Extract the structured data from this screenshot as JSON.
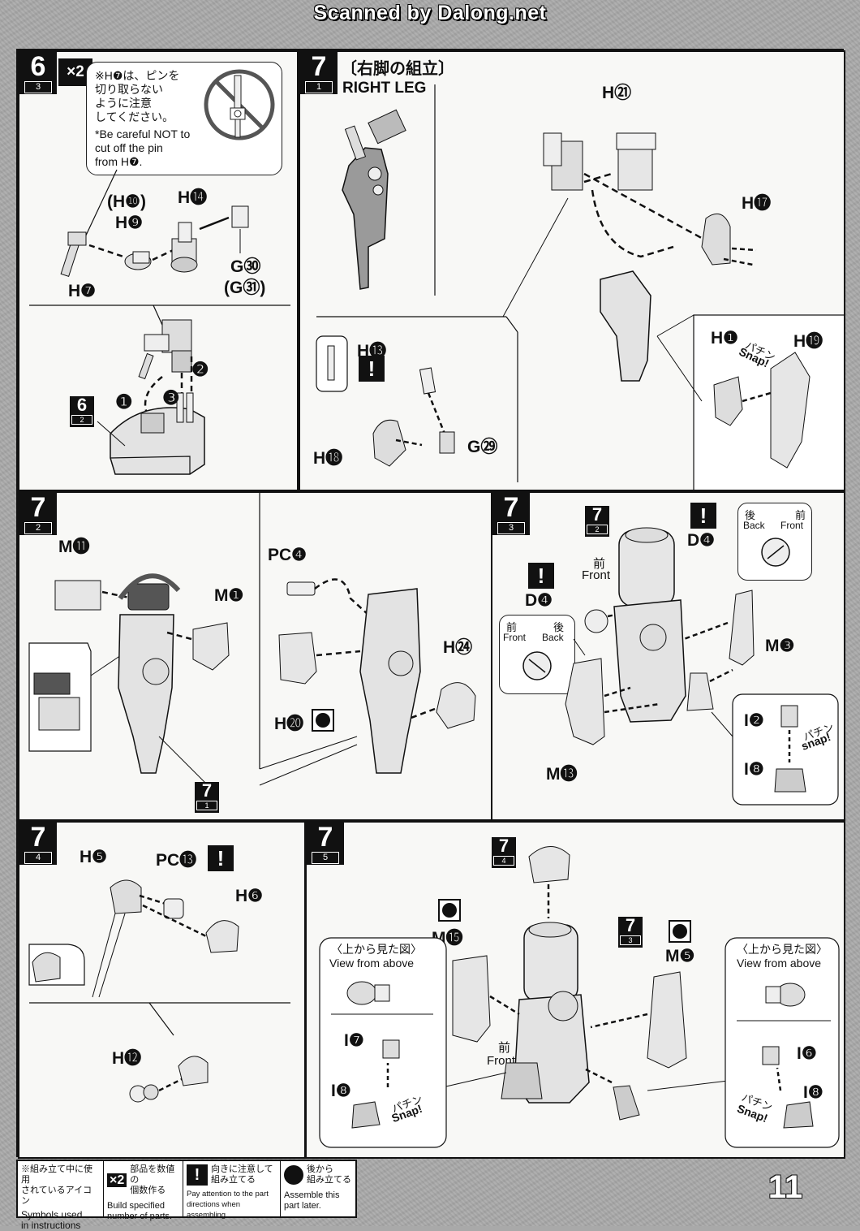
{
  "header": {
    "scan_credit": "Scanned by Dalong.net"
  },
  "panel_6": {
    "step": "6",
    "sub": "3",
    "multiplier": "×2",
    "note_jp": [
      "※H❼は、ピンを",
      "切り取らない",
      "ように注意",
      "してください。"
    ],
    "note_en": [
      "*Be careful NOT to",
      "cut off the pin",
      "from H❼."
    ],
    "parts": {
      "h10": "(H❿)",
      "h9": "H❾",
      "h14": "H⓮",
      "g30": "G㉚",
      "g31": "(G㉛)",
      "h7": "H❼"
    },
    "ref_step": "6",
    "ref_sub": "2",
    "order": [
      "❶",
      "❷",
      "❸"
    ]
  },
  "panel_7_1": {
    "step": "7",
    "sub": "1",
    "title_jp": "〔右脚の組立〕",
    "title_en": "RIGHT LEG",
    "parts": {
      "h21": "H㉑",
      "h17": "H⓱",
      "h1": "H❶",
      "h19": "H⓳",
      "h13": "H⓭",
      "h18": "H⓲",
      "g29": "G㉙"
    },
    "snap_en": "Snap!",
    "snap_jp": "パチン"
  },
  "panel_7_2": {
    "step": "7",
    "sub": "2",
    "parts": {
      "m11": "M⓫",
      "m1": "M❶",
      "pc4": "PC❹",
      "h24": "H㉔",
      "h20": "H⓴"
    },
    "ref_step": "7",
    "ref_sub": "1"
  },
  "panel_7_3": {
    "step": "7",
    "sub": "3",
    "ref_step": "7",
    "ref_sub": "2",
    "parts": {
      "d4a": "D❹",
      "d4b": "D❹",
      "m3": "M❸",
      "m13": "M⓭",
      "i2": "I❷",
      "i8": "I❽"
    },
    "front_jp": "前",
    "front_en": "Front",
    "back_jp": "後",
    "back_en": "Back",
    "snap_jp": "パチン",
    "snap_en": "snap!"
  },
  "panel_7_4": {
    "step": "7",
    "sub": "4",
    "parts": {
      "h5": "H❺",
      "pc13": "PC⓭",
      "h6": "H❻",
      "h12": "H⓬"
    }
  },
  "panel_7_5": {
    "step": "7",
    "sub": "5",
    "ref_top": {
      "step": "7",
      "sub": "4"
    },
    "ref_mid": {
      "step": "7",
      "sub": "3"
    },
    "parts": {
      "m15": "M⓯",
      "m5": "M❺",
      "i7": "I❼",
      "i8l": "I❽",
      "i6": "I❻",
      "i8r": "I❽"
    },
    "view_jp": "〈上から見た図〉",
    "view_en": "View from above",
    "front_jp": "前",
    "front_en": "Front",
    "snap_jp": "パチン",
    "snap_en": "Snap!"
  },
  "footer": {
    "legend_jp": [
      "※組み立て中に使用",
      "されているアイコン"
    ],
    "legend_en": [
      "Symbols used",
      "in instructions"
    ],
    "items": [
      {
        "icon": "×2",
        "jp": [
          "部品を数値の",
          "個数作る"
        ],
        "en": [
          "Build specified",
          "number of parts."
        ]
      },
      {
        "icon": "!",
        "jp": [
          "向きに注意して",
          "組み立てる"
        ],
        "en": [
          "Pay attention to the part",
          "directions when assembling."
        ]
      },
      {
        "icon": "black-dot-icon",
        "jp": [
          "後から",
          "組み立てる"
        ],
        "en": [
          "Assemble this",
          "part later."
        ]
      }
    ]
  },
  "page_number": "11"
}
